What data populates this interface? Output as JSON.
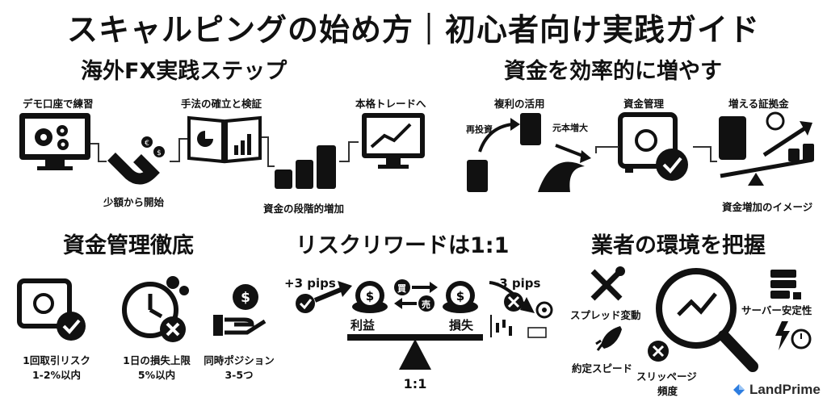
{
  "title": "スキャルピングの始め方｜初心者向け実践ガイド",
  "sections": {
    "steps": {
      "heading": "海外FX実践ステップ",
      "items": [
        "デモ口座で練習",
        "少額から開始",
        "手法の確立と検証",
        "資金の段階的増加",
        "本格トレードへ"
      ]
    },
    "grow": {
      "heading": "資金を効率的に増やす",
      "items": [
        "複利の活用",
        "再投資",
        "元本増大",
        "資金管理",
        "増える証拠金",
        "資金増加のイメージ"
      ]
    },
    "money": {
      "heading": "資金管理徹底",
      "items": [
        {
          "line1": "1回取引リスク",
          "line2": "1-2%以内"
        },
        {
          "line1": "1日の損失上限",
          "line2": "5%以内"
        },
        {
          "line1": "同時ポジション",
          "line2": "3-5つ"
        }
      ]
    },
    "rr": {
      "heading": "リスクリワードは1:1",
      "plus": "+3 pips",
      "minus": "-3 pips",
      "profit": "利益",
      "loss": "損失",
      "buy": "買",
      "sell": "売",
      "ratio": "1:1"
    },
    "broker": {
      "heading": "業者の環境を把握",
      "items": [
        "スプレッド変動",
        "サーバー安定性",
        "約定スピード",
        "スリッページ",
        "頻度"
      ]
    }
  },
  "logo": "LandPrime",
  "colors": {
    "ink": "#111111",
    "accent": "#2d7de0",
    "paper": "#ffffff"
  }
}
